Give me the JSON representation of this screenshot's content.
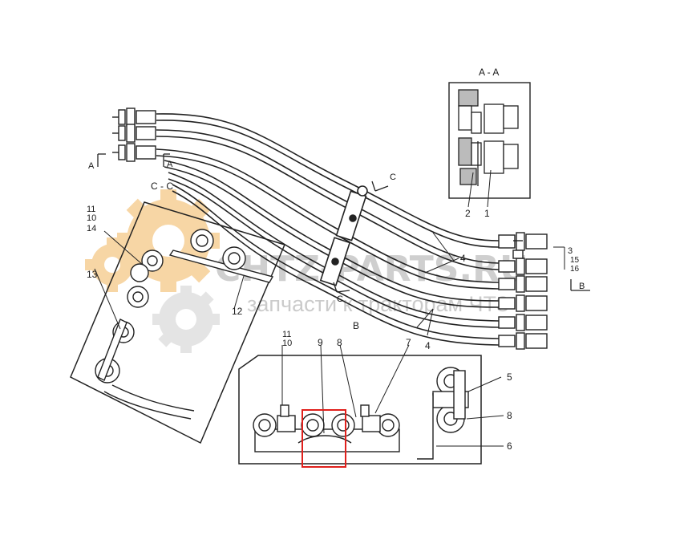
{
  "section_labels": {
    "aa": "A - A",
    "cc": "C - C",
    "b": "B",
    "cut_a_left": "A",
    "cut_a_right": "A",
    "cut_c_top": "C",
    "cut_c_bottom": "C",
    "cut_b": "B"
  },
  "callouts": {
    "aa_2": "2",
    "aa_1": "1",
    "right_3": "3",
    "right_15": "15",
    "right_16": "16",
    "hose_4a": "4",
    "hose_4b": "4",
    "cc_11": "11",
    "cc_10": "10",
    "cc_14": "14",
    "cc_13": "13",
    "cc_12": "12",
    "b_11": "11",
    "b_10": "10",
    "b_9": "9",
    "b_8": "8",
    "b_7": "7",
    "side_5": "5",
    "side_8": "8",
    "side_6": "6"
  },
  "watermark": {
    "brand": "CHTZ-PARTS.RU",
    "tagline": "запчасти к тракторам ЧТЗ",
    "gear_color": "#f2b65c",
    "text_color": "#a9a9a9"
  },
  "highlight": {
    "color": "#e0201c"
  }
}
